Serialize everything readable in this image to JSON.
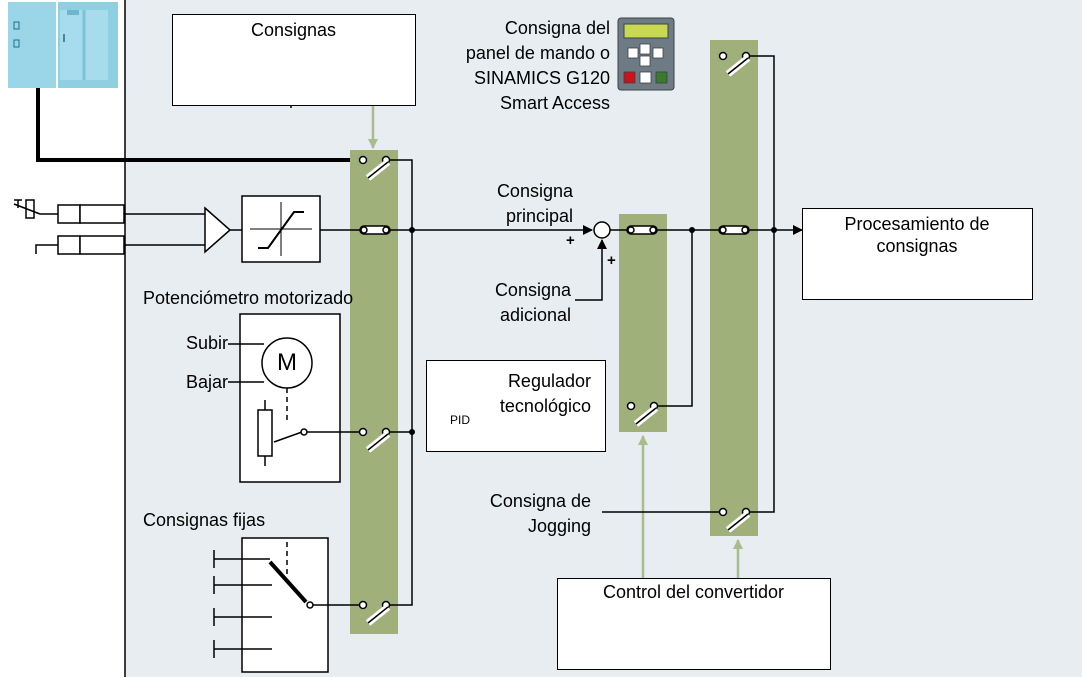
{
  "diagram": {
    "setpoints_box_title": "Consignas",
    "operator_panel_label": [
      "Consigna del",
      "panel de mando o",
      "SINAMICS G120",
      "Smart Access"
    ],
    "main_setpoint_label": [
      "Consigna",
      "principal"
    ],
    "additional_setpoint_label": [
      "Consigna",
      "adicional"
    ],
    "plus_sign": "+",
    "processing_box_title": [
      "Procesamiento de",
      "consignas"
    ],
    "motor_pot_title": "Potenciómetro motorizado",
    "raise_label": "Subir",
    "lower_label": "Bajar",
    "motor_letter": "M",
    "tech_controller_label": [
      "Regulador",
      "tecnológico"
    ],
    "pid_label": "PID",
    "jog_label": [
      "Consigna de",
      "Jogging"
    ],
    "fixed_setpoints_title": "Consignas fijas",
    "converter_control_title": "Control del convertidor"
  },
  "colors": {
    "panel_bg": "#e8edf1",
    "selector_bar": "#9fb07a",
    "arrow_green": "#a9bc8b",
    "plc_blue": "#8ecfe2",
    "panel_screen": "#c8d850",
    "panel_red": "#d0101a",
    "panel_green": "#3b7a2a"
  },
  "icons": [
    "plc-icon",
    "operator-panel-icon",
    "potentiometer-icon",
    "amplifier-icon",
    "limiter-icon",
    "motor-icon",
    "pid-icon",
    "ramp-icon",
    "cap-icon"
  ]
}
